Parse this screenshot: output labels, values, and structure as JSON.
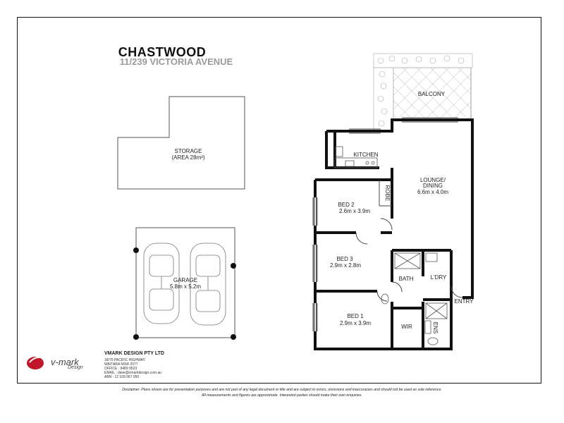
{
  "title": "CHASTWOOD",
  "subtitle": "11/239 VICTORIA AVENUE",
  "rooms": {
    "storage": "STORAGE",
    "storage_area": "(AREA 28m²)",
    "balcony": "BALCONY",
    "kitchen": "KITCHEN",
    "lounge": "LOUNGE/",
    "dining": "DINING",
    "lounge_size": "6.6m x 4.0m",
    "bed2": "BED 2",
    "bed2_size": "2.6m x 3.9m",
    "robe": "ROBE",
    "bed3": "BED 3",
    "bed3_size": "2.9m x 2.8m",
    "bath": "BATH",
    "ldry": "L'DRY",
    "entry": "ENTRY",
    "bed1": "BED 1",
    "bed1_size": "2.9m x 3.9m",
    "wir": "WIR",
    "ens": "ENS",
    "garage": "GARAGE",
    "garage_size": "5.8m x 5.2m"
  },
  "company": {
    "name": "VMARK DESIGN PTY LTD",
    "address1": "18/75 PACIFIC HIGHWAY",
    "address2": "WAITARA NSW 2077",
    "office": "OFFICE : 9489 9523",
    "email": "EMAIL : dave@vmarkdesign.com.au",
    "abn": "ABN : 12 109 067 950"
  },
  "logo": {
    "text": "v-mark",
    "sub": "Design",
    "color": "#c0182a"
  },
  "disclaimer": {
    "line1": "Disclaimer: Plans shown are for presentation purposes and are not part of any legal document or title and are subject to errors, omissions and inaccuracies and should not be used as sole reference.",
    "line2": "All measurements and figures are approximate. Interested parties should make their own enquiries."
  }
}
